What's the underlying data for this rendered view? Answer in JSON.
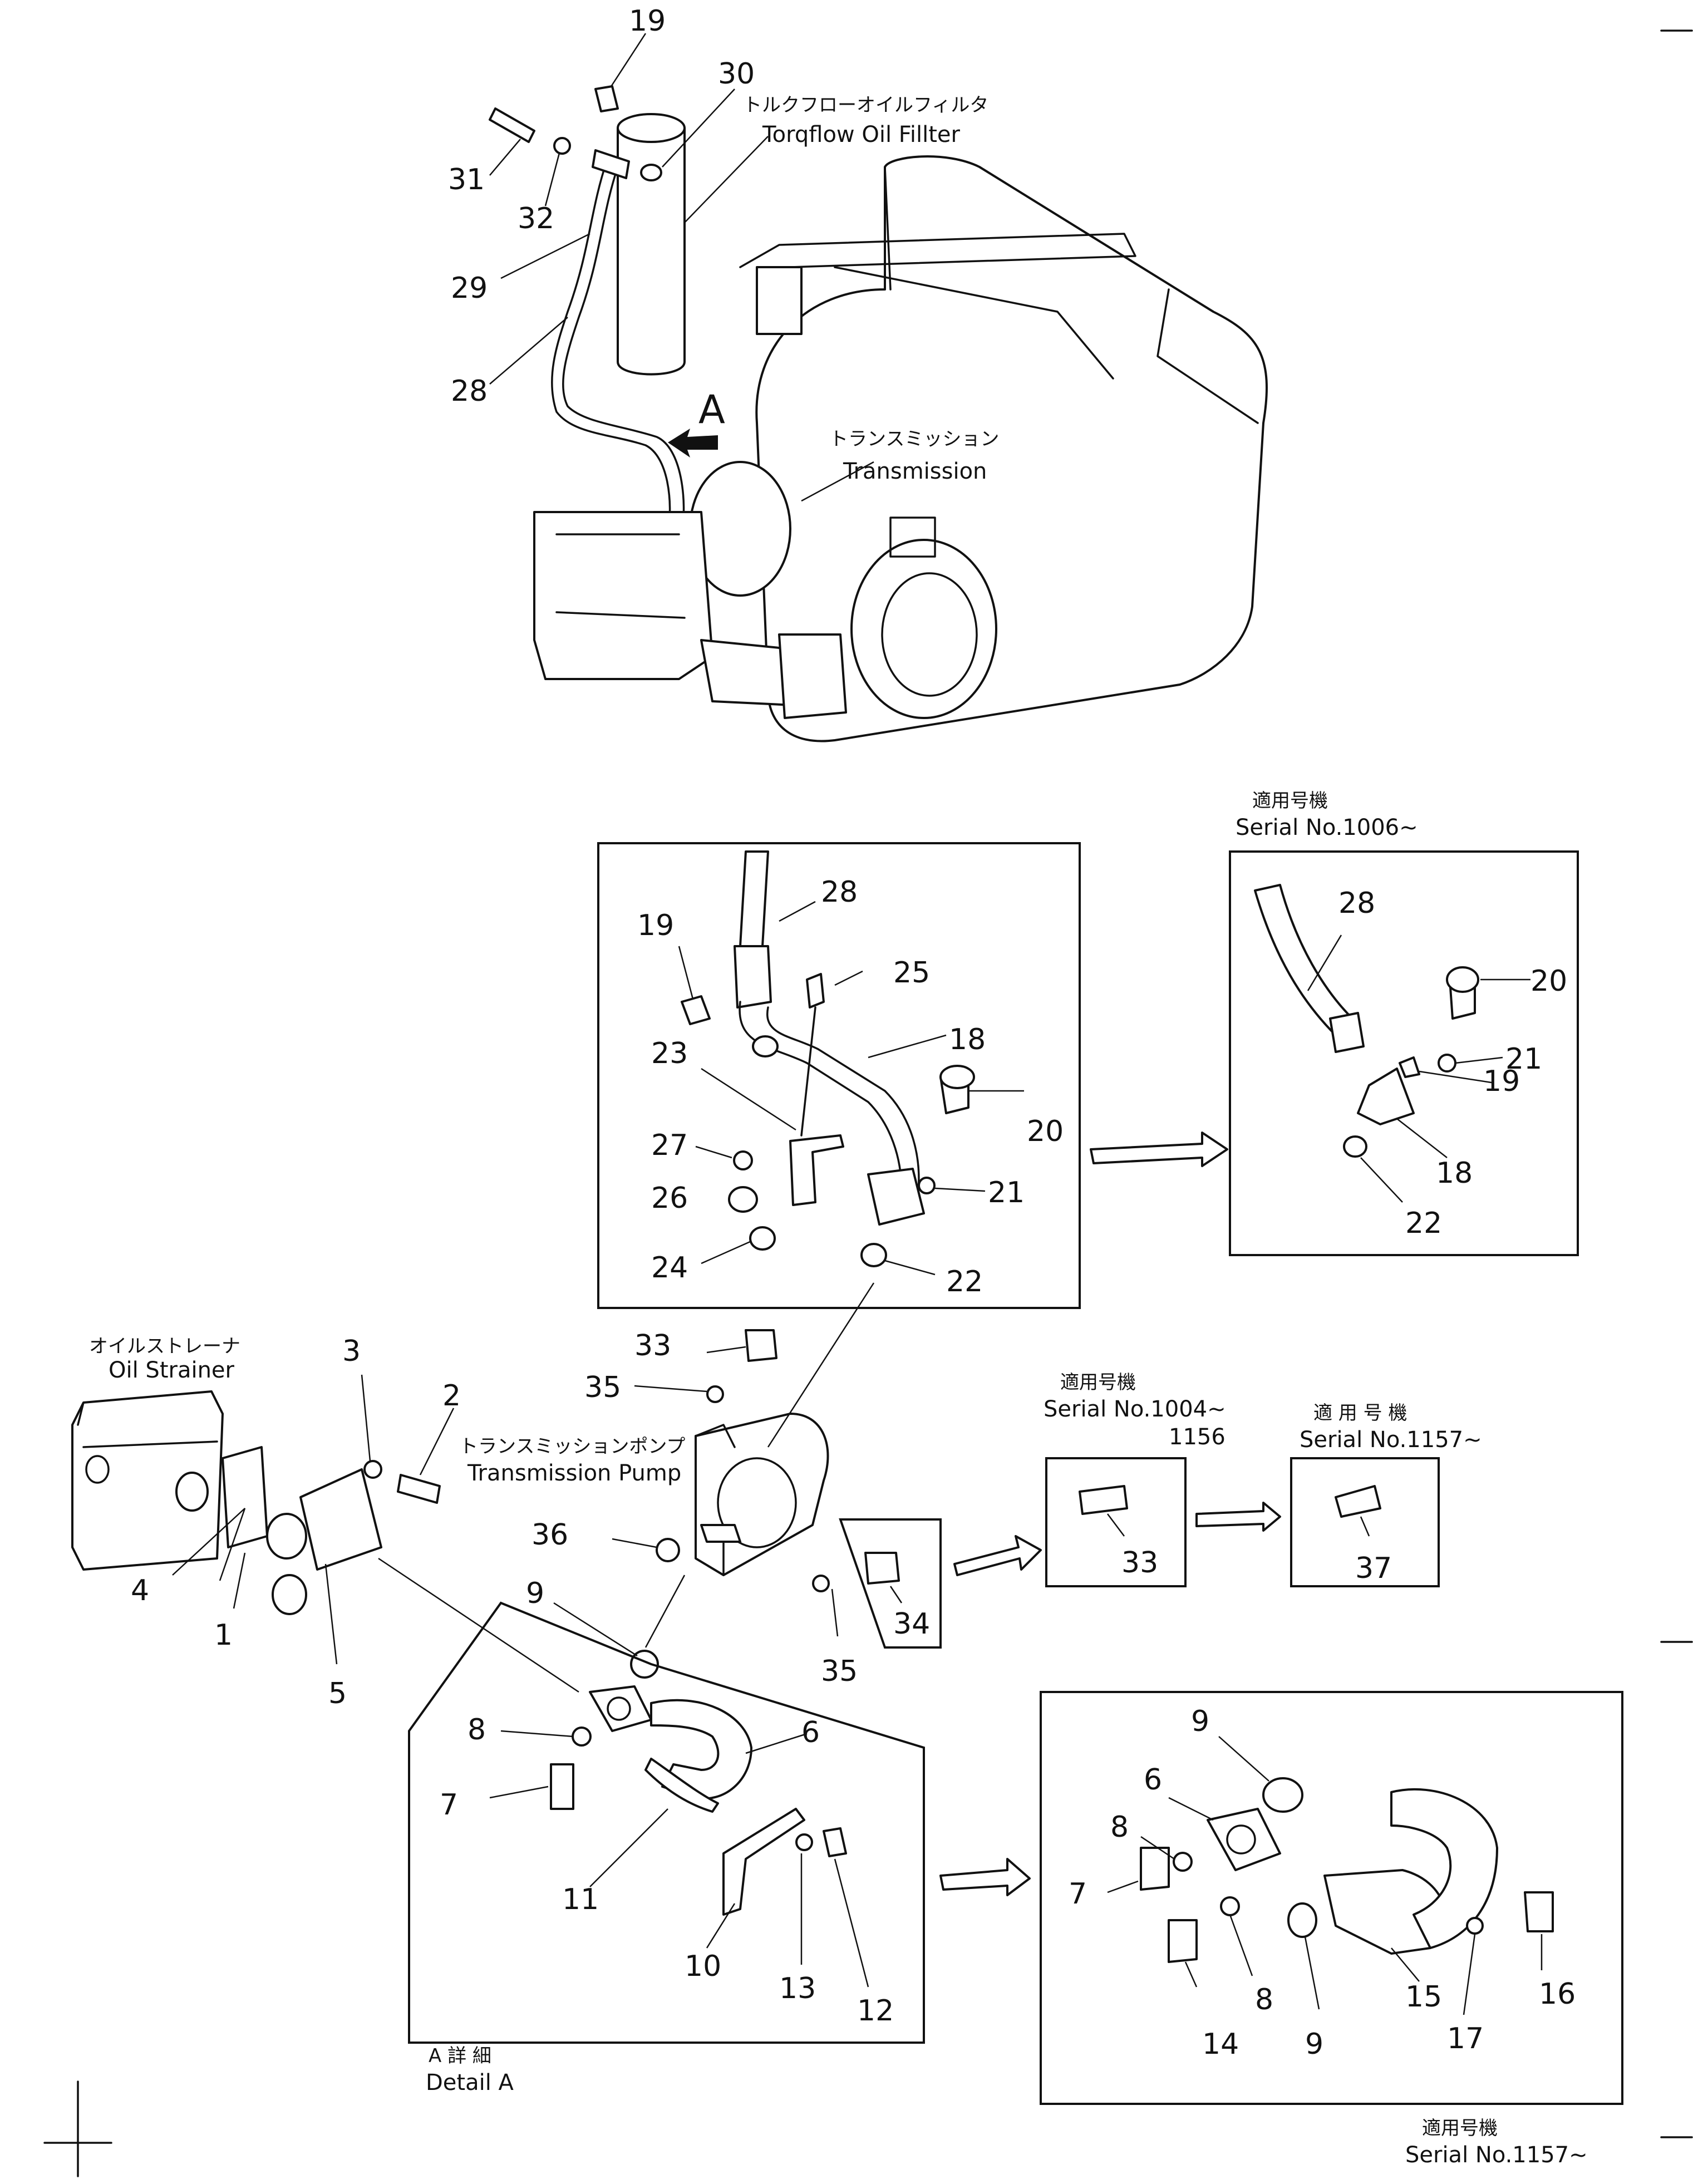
{
  "captions": {
    "filter_jp": "トルクフローオイルフィルタ",
    "filter_en": "Torqflow Oil Fillter",
    "transmission_jp": "トランスミッション",
    "transmission_en": "Transmission",
    "strainer_jp": "オイルストレーナ",
    "strainer_en": "Oil Strainer",
    "pump_jp": "トランスミッションポンプ",
    "pump_en": "Transmission Pump",
    "detail_jp": "A 詳 細",
    "detail_en": "Detail A",
    "view_letter": "A"
  },
  "serials": {
    "s1006_jp": "適用号機",
    "s1006_en": "Serial No.1006~",
    "s1004_jp": "適用号機",
    "s1004_en": "Serial No.1004~",
    "s1004_end": "1156",
    "s1157a_jp": "適 用 号 機",
    "s1157a_en": "Serial No.1157~",
    "s1157b_jp": "適用号機",
    "s1157b_en": "Serial No.1157~"
  },
  "callouts": {
    "top": [
      "19",
      "30",
      "31",
      "32",
      "29",
      "28"
    ],
    "upper_box": [
      "28",
      "19",
      "25",
      "18",
      "23",
      "20",
      "27",
      "21",
      "26",
      "24",
      "22"
    ],
    "serial1006_box": [
      "28",
      "20",
      "21",
      "19",
      "18",
      "22"
    ],
    "pump_area": [
      "33",
      "35",
      "36",
      "9",
      "35",
      "3",
      "2",
      "4",
      "1",
      "5",
      "34"
    ],
    "serial1004_box": [
      "33"
    ],
    "serial1157_box_small": [
      "37"
    ],
    "detail_a": [
      "8",
      "6",
      "7",
      "11",
      "10",
      "13",
      "12"
    ],
    "serial1157_box_large": [
      "9",
      "6",
      "8",
      "7",
      "14",
      "8",
      "9",
      "15",
      "17",
      "16"
    ]
  }
}
